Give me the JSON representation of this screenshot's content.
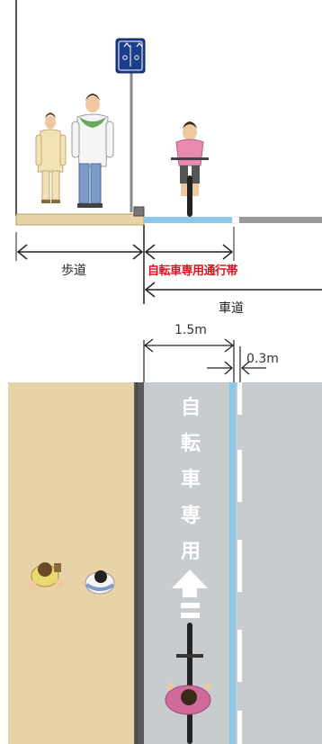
{
  "labels": {
    "sidewalk": "歩道",
    "bike_lane": "自転車専用通行帯",
    "roadway": "車道",
    "width_lane": "1.5m",
    "width_gap": "0.3m"
  },
  "road_marking_chars": [
    "自",
    "転",
    "車",
    "専",
    "用"
  ],
  "colors": {
    "sidewalk": "#e8d3a8",
    "road": "#c8cccf",
    "curb": "#5a5a5a",
    "lane_line": "#8ec8e8",
    "label_red": "#e0101e"
  },
  "icons": {
    "sign": "bicycle-pedestrian-sign-icon",
    "arrow": "up-arrow-marking-icon"
  }
}
